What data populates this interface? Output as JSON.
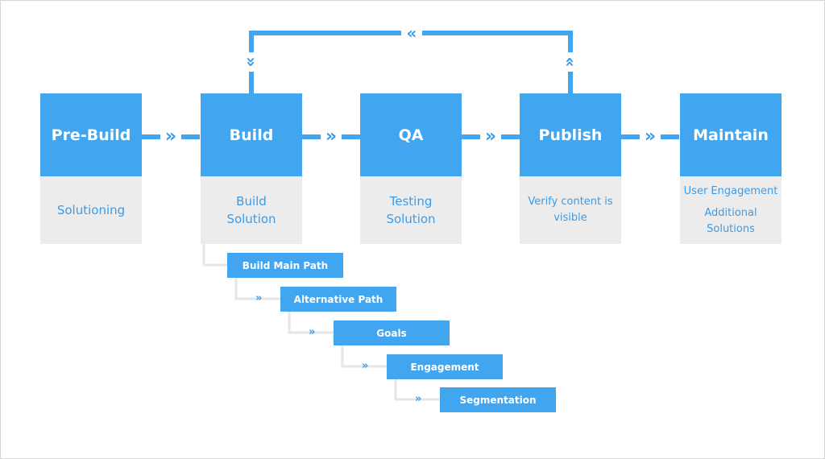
{
  "stages": [
    {
      "title": "Pre-Build",
      "desc": [
        "Solutioning"
      ]
    },
    {
      "title": "Build",
      "desc": [
        "Build",
        "Solution"
      ]
    },
    {
      "title": "QA",
      "desc": [
        "Testing",
        "Solution"
      ]
    },
    {
      "title": "Publish",
      "desc": [
        "Verify content is",
        "visible"
      ]
    },
    {
      "title": "Maintain",
      "desc": [
        "User Engagement",
        "Additional",
        "Solutions"
      ]
    }
  ],
  "connector_glyph": "»",
  "loop": {
    "left_glyph": "«",
    "down_glyph": "»",
    "up_glyph": "«"
  },
  "build_steps": [
    "Build Main Path",
    "Alternative Path",
    "Goals",
    "Engagement",
    "Segmentation"
  ],
  "colors": {
    "accent": "#42a5f0",
    "light_panel": "#ececec",
    "connector_light": "#e6e6e6"
  }
}
